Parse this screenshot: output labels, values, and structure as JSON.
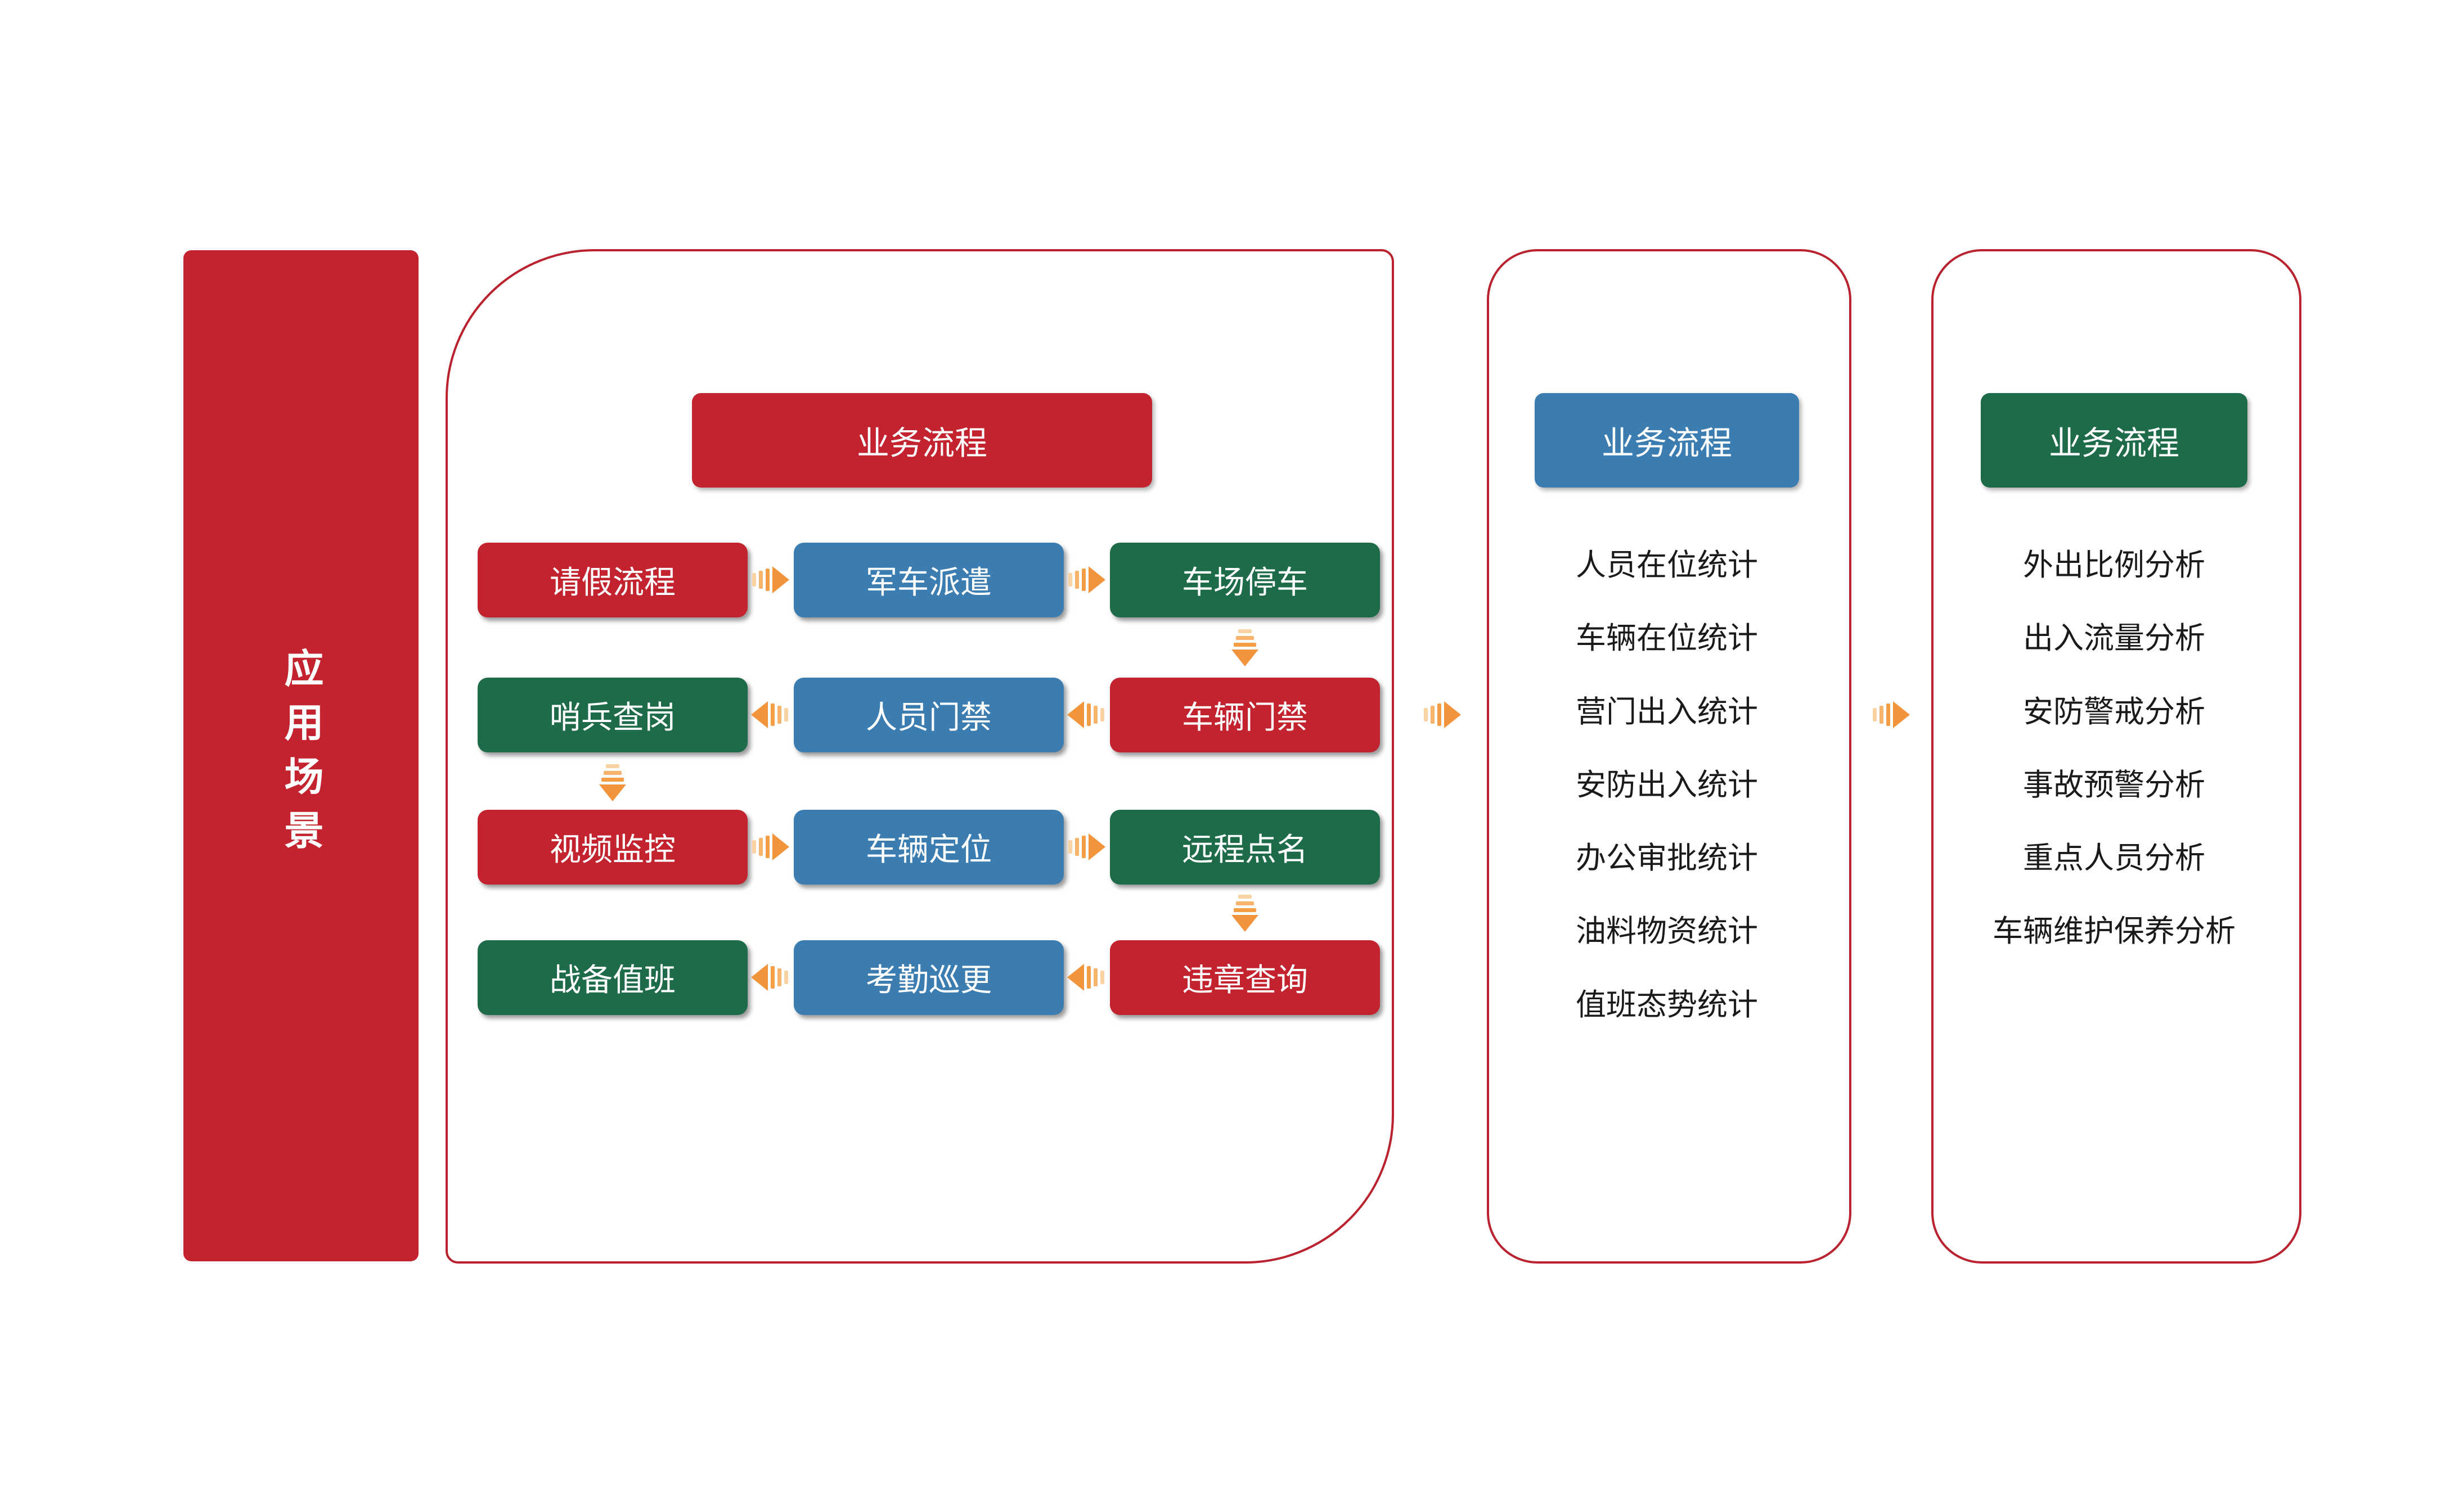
{
  "colors": {
    "red": "#C2232E",
    "blue": "#3C7DB1",
    "green": "#1E6B4A",
    "orange_arrow": "#F2943B",
    "panel_border": "#B9222E",
    "list_text": "#1A1A1A"
  },
  "sidebar": {
    "title": "应用场景",
    "color": "red"
  },
  "flow_panel": {
    "header": {
      "label": "业务流程",
      "color": "red"
    },
    "rows": [
      {
        "direction": "right",
        "cells": [
          {
            "label": "请假流程",
            "color": "red"
          },
          {
            "label": "军车派遣",
            "color": "blue"
          },
          {
            "label": "车场停车",
            "color": "green"
          }
        ]
      },
      {
        "direction": "left",
        "cells": [
          {
            "label": "哨兵查岗",
            "color": "green"
          },
          {
            "label": "人员门禁",
            "color": "blue"
          },
          {
            "label": "车辆门禁",
            "color": "red"
          }
        ]
      },
      {
        "direction": "right",
        "cells": [
          {
            "label": "视频监控",
            "color": "red"
          },
          {
            "label": "车辆定位",
            "color": "blue"
          },
          {
            "label": "远程点名",
            "color": "green"
          }
        ]
      },
      {
        "direction": "left",
        "cells": [
          {
            "label": "战备值班",
            "color": "green"
          },
          {
            "label": "考勤巡更",
            "color": "blue"
          },
          {
            "label": "违章查询",
            "color": "red"
          }
        ]
      }
    ],
    "down_connectors": [
      "车场停车→车辆门禁",
      "哨兵查岗→视频监控",
      "远程点名→违章查询"
    ]
  },
  "stats_panel": {
    "header": {
      "label": "业务流程",
      "color": "blue"
    },
    "items": [
      "人员在位统计",
      "车辆在位统计",
      "营门出入统计",
      "安防出入统计",
      "办公审批统计",
      "油料物资统计",
      "值班态势统计"
    ]
  },
  "analysis_panel": {
    "header": {
      "label": "业务流程",
      "color": "green"
    },
    "items": [
      "外出比例分析",
      "出入流量分析",
      "安防警戒分析",
      "事故预警分析",
      "重点人员分析",
      "车辆维护保养分析"
    ]
  }
}
